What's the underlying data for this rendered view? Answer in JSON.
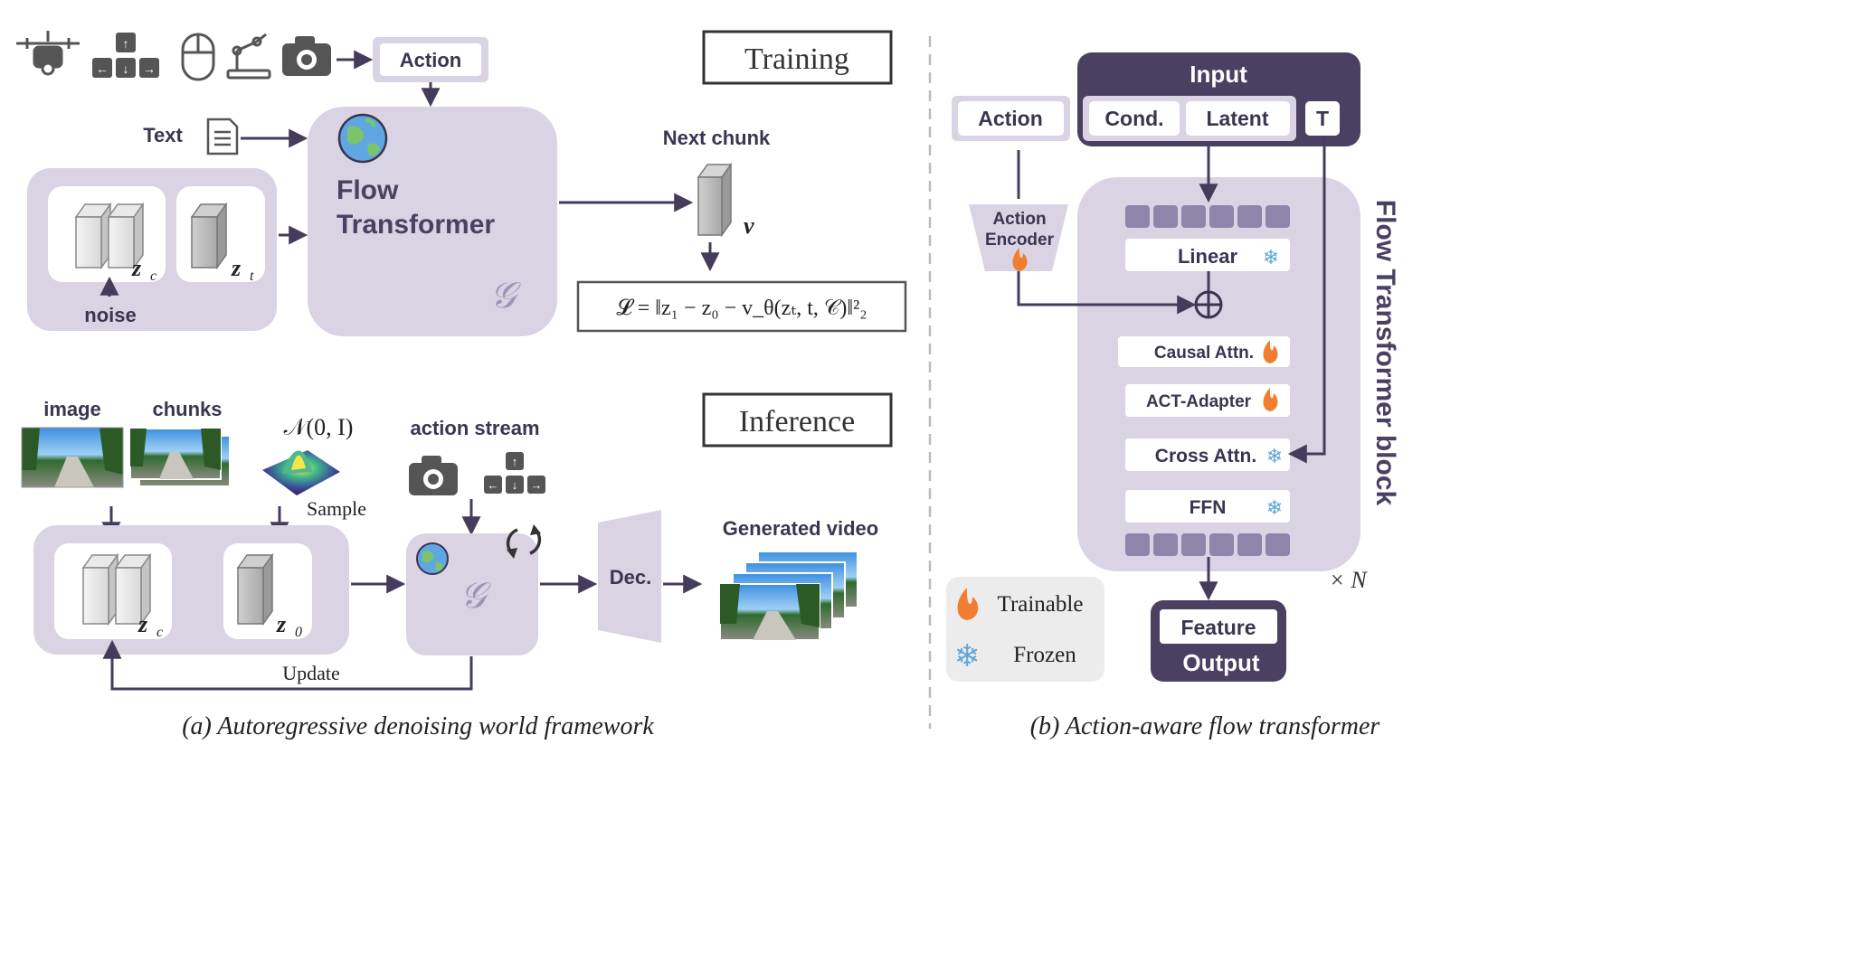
{
  "training": {
    "title": "Training",
    "action_label": "Action",
    "text_label": "Text",
    "noise_label": "noise",
    "zc_label": "z",
    "zc_sub": "c",
    "zt_label": "z",
    "zt_sub": "t",
    "flow_line1": "Flow",
    "flow_line2": "Transformer",
    "g_symbol": "𝒢",
    "next_chunk_label": "Next chunk",
    "v_label": "v",
    "loss_formula": "𝓛 = ‖z₁ − z₀ − v_θ(zₜ, t, 𝒞)‖²₂"
  },
  "inference": {
    "title": "Inference",
    "image_label": "image",
    "chunks_label": "chunks",
    "normal_label": "𝒩(0, I)",
    "sample_label": "Sample",
    "action_stream_label": "action stream",
    "zc_label": "z",
    "zc_sub": "c",
    "z0_label": "z",
    "z0_sub": "0",
    "g_symbol": "𝒢",
    "dec_label": "Dec.",
    "generated_label": "Generated video",
    "update_label": "Update"
  },
  "caption_a": "(a) Autoregressive denoising world framework",
  "caption_b": "(b) Action-aware flow transformer",
  "block": {
    "input_title": "Input",
    "cond_label": "Cond.",
    "latent_label": "Latent",
    "t_label": "T",
    "action_label": "Action",
    "encoder_line1": "Action",
    "encoder_line2": "Encoder",
    "linear_label": "Linear",
    "causal_label": "Causal Attn.",
    "act_label": "ACT-Adapter",
    "cross_label": "Cross Attn.",
    "ffn_label": "FFN",
    "vertical_title": "Flow Transformer block",
    "times_n": "× N",
    "feature_label": "Feature",
    "output_title": "Output"
  },
  "legend": {
    "trainable": "Trainable",
    "frozen": "Frozen"
  },
  "colors": {
    "panel": "#d9d3e3",
    "dark": "#4a4162",
    "arrow": "#443c5a",
    "token": "#8f84aa",
    "fire": "#f07e2e",
    "snow": "#5ea6d8"
  }
}
